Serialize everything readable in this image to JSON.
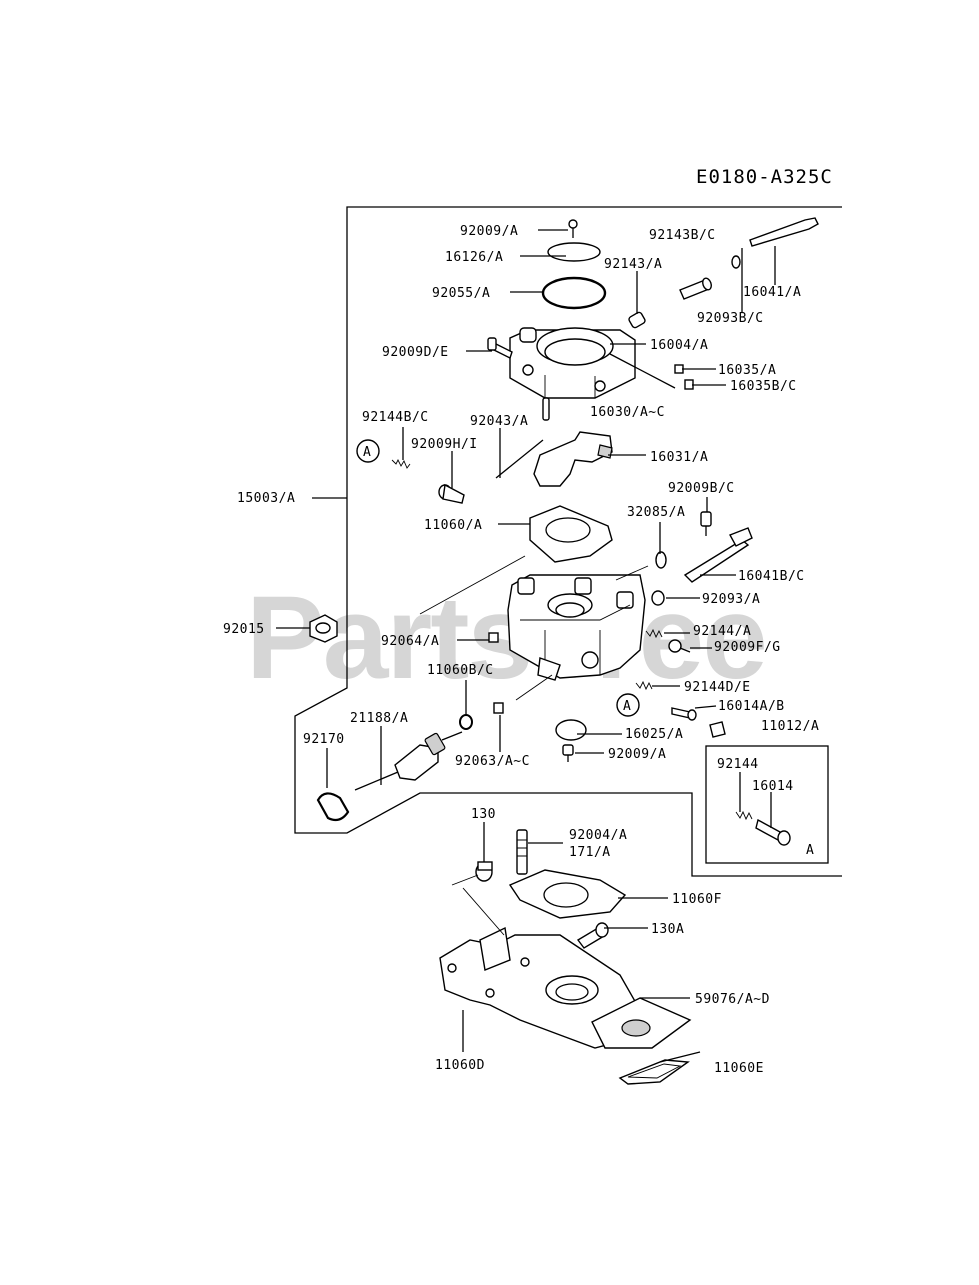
{
  "diagram_code": "E0180-A325C",
  "watermark": "PartsTree",
  "callouts": {
    "c1": "92009/A",
    "c2": "16126/A",
    "c3": "92055/A",
    "c4": "92009D/E",
    "c5": "92143B/C",
    "c6": "92143/A",
    "c7": "16041/A",
    "c8": "92093B/C",
    "c9": "16004/A",
    "c10": "16035/A",
    "c11": "16035B/C",
    "c12": "16030/A~C",
    "c13": "92144B/C",
    "c14": "92043/A",
    "c15": "92009H/I",
    "c16": "16031/A",
    "c17": "15003/A",
    "c18": "11060/A",
    "c19": "32085/A",
    "c20": "92009B/C",
    "c21": "16041B/C",
    "c22": "92093/A",
    "c23": "92015",
    "c24": "92064/A",
    "c25": "92144/A",
    "c26": "92009F/G",
    "c27": "11060B/C",
    "c28": "92144D/E",
    "c29": "16014A/B",
    "c30": "11012/A",
    "c31": "21188/A",
    "c32": "16025/A",
    "c33": "92170",
    "c34": "92009/A",
    "c35": "92063/A~C",
    "c36": "92144",
    "c37": "16014",
    "c38": "130",
    "c39": "92004/A",
    "c40": "171/A",
    "c41": "11060F",
    "c42": "130A",
    "c43": "59076/A~D",
    "c44": "11060D",
    "c45": "11060E"
  },
  "ref_markers": {
    "m1": "A",
    "m2": "A",
    "inset_tag": "A"
  }
}
